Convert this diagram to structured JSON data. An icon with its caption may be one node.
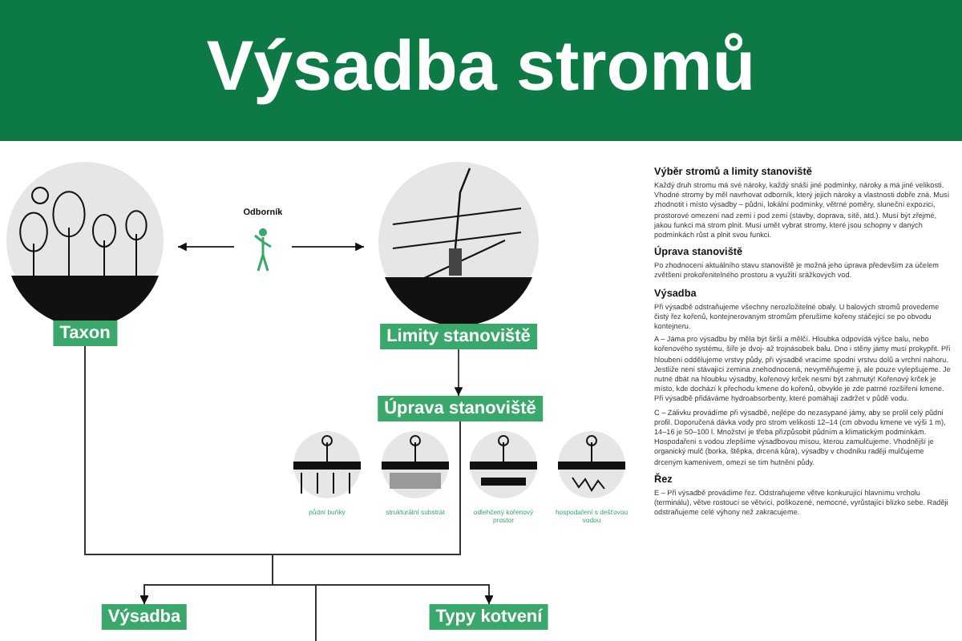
{
  "diagram": {
    "title": "Výsadba stromů",
    "nodes": [
      {
        "text": [
          "Taxon"
        ]
      },
      {
        "text": [
          "Odborník"
        ]
      },
      {
        "text": [
          "Limity stanoviště"
        ]
      },
      {
        "text": [
          "Úprava stanoviště"
        ]
      },
      {
        "text": [
          "půdní buňky"
        ]
      },
      {
        "text": [
          "strukturální substrát"
        ]
      },
      {
        "text": [
          "odlehčený kořenový prostor"
        ]
      },
      {
        "text": [
          "hospodaření s dešťovou vodou"
        ]
      },
      {
        "text": [
          "Výsadba"
        ]
      },
      {
        "text": [
          "Typy kotvení"
        ]
      }
    ],
    "edges": [
      {
        "from": 1,
        "to": 0,
        "arrow": "to"
      },
      {
        "from": 1,
        "to": 2,
        "arrow": "to"
      },
      {
        "from": 2,
        "to": 3,
        "arrow": "to"
      },
      {
        "from": 0,
        "to": 8,
        "arrow": "to"
      },
      {
        "from": 0,
        "to": 9,
        "arrow": "to"
      },
      {
        "from": 0,
        "to": null,
        "arrow": "none"
      },
      {
        "from": 3,
        "to": 8,
        "arrow": "to"
      },
      {
        "from": 3,
        "to": 9,
        "arrow": "to"
      },
      {
        "from": 3,
        "to": null,
        "arrow": "none"
      }
    ],
    "labels": [
      "Výběr stromů a limity stanoviště",
      "Každý druh stromu má své nároky, každý snáší jiné podmínky, nároky a má jiné velikosti. Vhodné stromy by měl navrhovat odborník, který jejich nároky a vlastnosti dobře zná. Musí zhodnotit i místo výsadby – půdní, lokální podmínky, větrné poměry, sluneční expozici, prostorové omezení nad zemí i pod zemí (stavby, doprava, sítě, atd.). Musí být zřejmé, jakou funkci má strom plnit. Musí umět vybrat stromy, které jsou schopny v daných podmínkách růst a plnit svou funkci.",
      "Úprava stanoviště",
      "Po zhodnocení aktuálního stavu stanoviště je možná jeho úprava především za účelem zvětšení prokořenitelného prostoru a využití srážkových vod.",
      "Výsadba",
      "Při výsadbě odstraňujeme všechny nerozložitelné obaly. U balových stromů provedeme čistý řez kořenů, kontejnerovaným stromům přerušíme kořeny stáčející se po obvodu kontejneru.",
      "A – Jáma pro výsadbu by měla být širší a mělčí. Hloubka odpovídá výšce balu, nebo kořenového systému, šíře je dvoj- až trojnásobek balu. Dno i stěny jámy musí prokypřit. Při hloubení oddělujeme vrstvy půdy, při výsadbě vracíme spodní vrstvu dolů a vrchní nahoru. Jestliže není stávající zemina znehodnocená, nevyměňujeme ji, ale pouze vylepšujeme. Je nutné dbát na hloubku výsadby, kořenový krček nesmí být zahrnutý! Kořenový krček je místo, kde dochází k přechodu kmene do kořenů, obvykle je zde patrné rozšíření kmene. Při výsadbě přidáváme hydroabsorbenty, které pomáhají zadržet v půdě vodu.",
      "C – Zálivku provádíme při výsadbě, nejlépe do nezasypané jámy, aby se prolil celý půdní profil. Doporučená dávka vody pro strom velikosti 12–14 (cm obvodu kmene ve výši 1 m), 14–16 je 50–100 l. Množství je třeba přizpůsobit půdním a klimatickým podmínkám. Hospodaření s vodou zlepšíme výsadbovou mísou, kterou zamulčujeme. Vhodnější je organický mulč (borka, štěpka, drcená kůra), výsadby v chodníku raději mulčujeme drceným kamenivem, omezí se tím hutnění půdy.",
      "Řez",
      "E – Při výsadbě provádíme řez. Odstraňujeme větve konkurující hlavnímu vrcholu (terminálu), větve rostoucí se větvící, poškozené, nemocné, vyrůstající blízko sebe. Raději odstraňujeme celé výhony než zakracujeme."
    ]
  }
}
